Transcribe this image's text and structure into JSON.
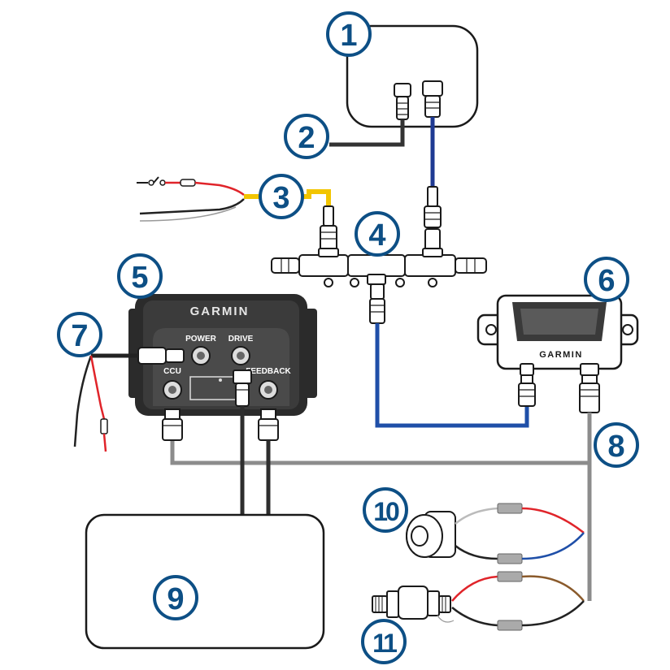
{
  "colors": {
    "callout_blue": "#0d4f85",
    "device_body": "#2b2b2b",
    "nmea_yellow": "#f2c500",
    "nmea_blue": "#1f3a93",
    "cable_gray": "#8c8c8c",
    "wire_red": "#e0242a",
    "wire_black": "#222222",
    "wire_blue": "#1f4fa8",
    "wire_brown": "#8a5a2b"
  },
  "callouts": [
    {
      "id": "1",
      "text": "1"
    },
    {
      "id": "2",
      "text": "2"
    },
    {
      "id": "3",
      "text": "3"
    },
    {
      "id": "4",
      "text": "4"
    },
    {
      "id": "5",
      "text": "5"
    },
    {
      "id": "6",
      "text": "6"
    },
    {
      "id": "7",
      "text": "7"
    },
    {
      "id": "8",
      "text": "8"
    },
    {
      "id": "9",
      "text": "9"
    },
    {
      "id": "10",
      "text": "10"
    },
    {
      "id": "11",
      "text": "11"
    }
  ],
  "ccu_unit": {
    "brand": "GARMIN"
  },
  "drive_unit": {
    "brand": "GARMIN",
    "ports": {
      "power": "POWER",
      "drive": "DRIVE",
      "ccu": "CCU",
      "feedback": "FEEDBACK"
    }
  }
}
